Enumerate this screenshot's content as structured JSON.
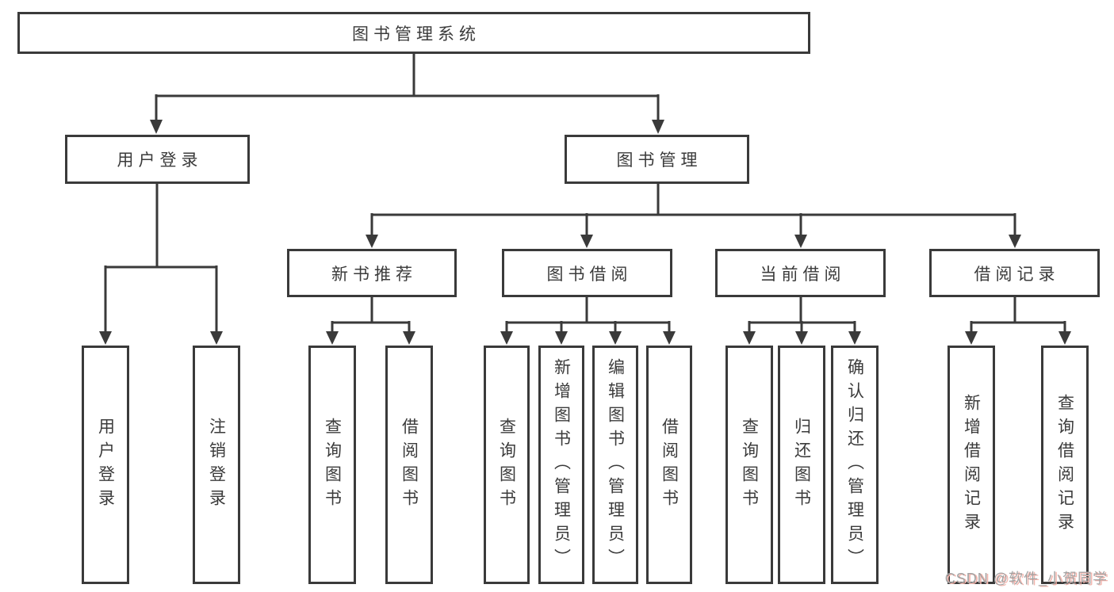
{
  "root": {
    "label": "图书管理系统"
  },
  "branches": [
    {
      "label": "用户登录",
      "children": [
        {
          "label": "用户登录"
        },
        {
          "label": "注销登录"
        }
      ]
    },
    {
      "label": "图书管理",
      "sections": [
        {
          "label": "新书推荐",
          "children": [
            {
              "label": "查询图书"
            },
            {
              "label": "借阅图书"
            }
          ]
        },
        {
          "label": "图书借阅",
          "children": [
            {
              "label": "查询图书"
            },
            {
              "label": "新增图书（管理员）"
            },
            {
              "label": "编辑图书（管理员）"
            },
            {
              "label": "借阅图书"
            }
          ]
        },
        {
          "label": "当前借阅",
          "children": [
            {
              "label": "查询图书"
            },
            {
              "label": "归还图书"
            },
            {
              "label": "确认归还（管理员）"
            }
          ]
        },
        {
          "label": "借阅记录",
          "children": [
            {
              "label": "新增借阅记录"
            },
            {
              "label": "查询借阅记录"
            }
          ]
        }
      ]
    }
  ],
  "watermark": {
    "text": "CSDN @软件_小贺同学"
  },
  "colors": {
    "line": "#3a3a3a",
    "text": "#3b3b3b",
    "background": "#ffffff",
    "watermark_text": "#a3a3a3",
    "watermark_shadow": "#f3b3ab"
  }
}
